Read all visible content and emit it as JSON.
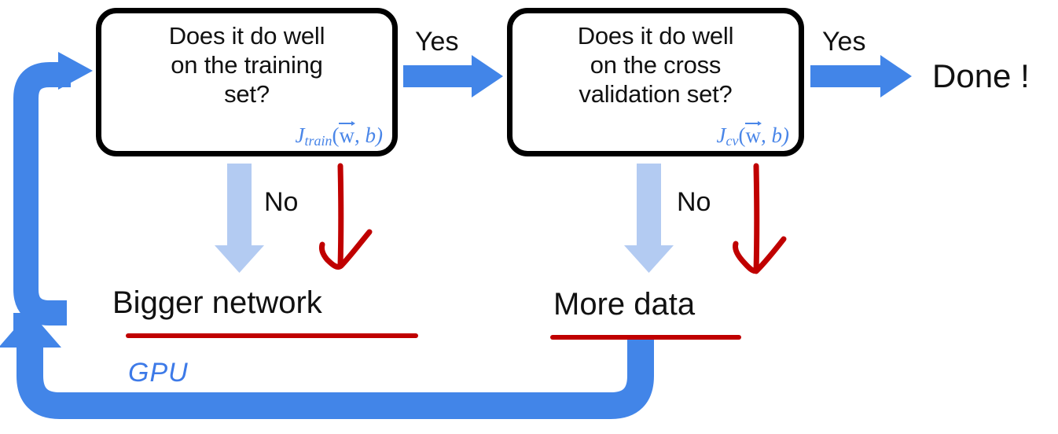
{
  "diagram": {
    "title": "Neural network training diagnostic flowchart",
    "colors": {
      "arrow_blue": "#4285e8",
      "arrow_light_blue": "#b3cbf2",
      "annotation_red": "#c00000",
      "formula_blue": "#4a86e8",
      "box_border": "#000000",
      "background": "#ffffff"
    }
  },
  "boxes": [
    {
      "id": "train-check",
      "text": "Does it do well\non the training\nset?",
      "formula_main": "J",
      "formula_sub": "train",
      "formula_args_open": "(",
      "formula_vec": "w",
      "formula_args_rest": ", b)"
    },
    {
      "id": "cv-check",
      "text": "Does it do well\non the cross\nvalidation set?",
      "formula_main": "J",
      "formula_sub": "cv",
      "formula_args_open": "(",
      "formula_vec": "w",
      "formula_args_rest": ", b)"
    }
  ],
  "labels": {
    "yes_1": "Yes",
    "yes_2": "Yes",
    "no_1": "No",
    "no_2": "No",
    "done": "Done !",
    "bigger_network": "Bigger network",
    "more_data": "More data",
    "gpu_annotation": "GPU"
  },
  "arrows": {
    "yes_1": "blue-right-arrow",
    "yes_2": "blue-right-arrow",
    "no_1": "light-blue-down-arrow",
    "no_2": "light-blue-down-arrow",
    "red_1": "red-handdrawn-down-arrow",
    "red_2": "red-handdrawn-down-arrow",
    "loop_inner": "blue-loop-to-train-check",
    "loop_outer": "blue-loop-from-more-data"
  }
}
